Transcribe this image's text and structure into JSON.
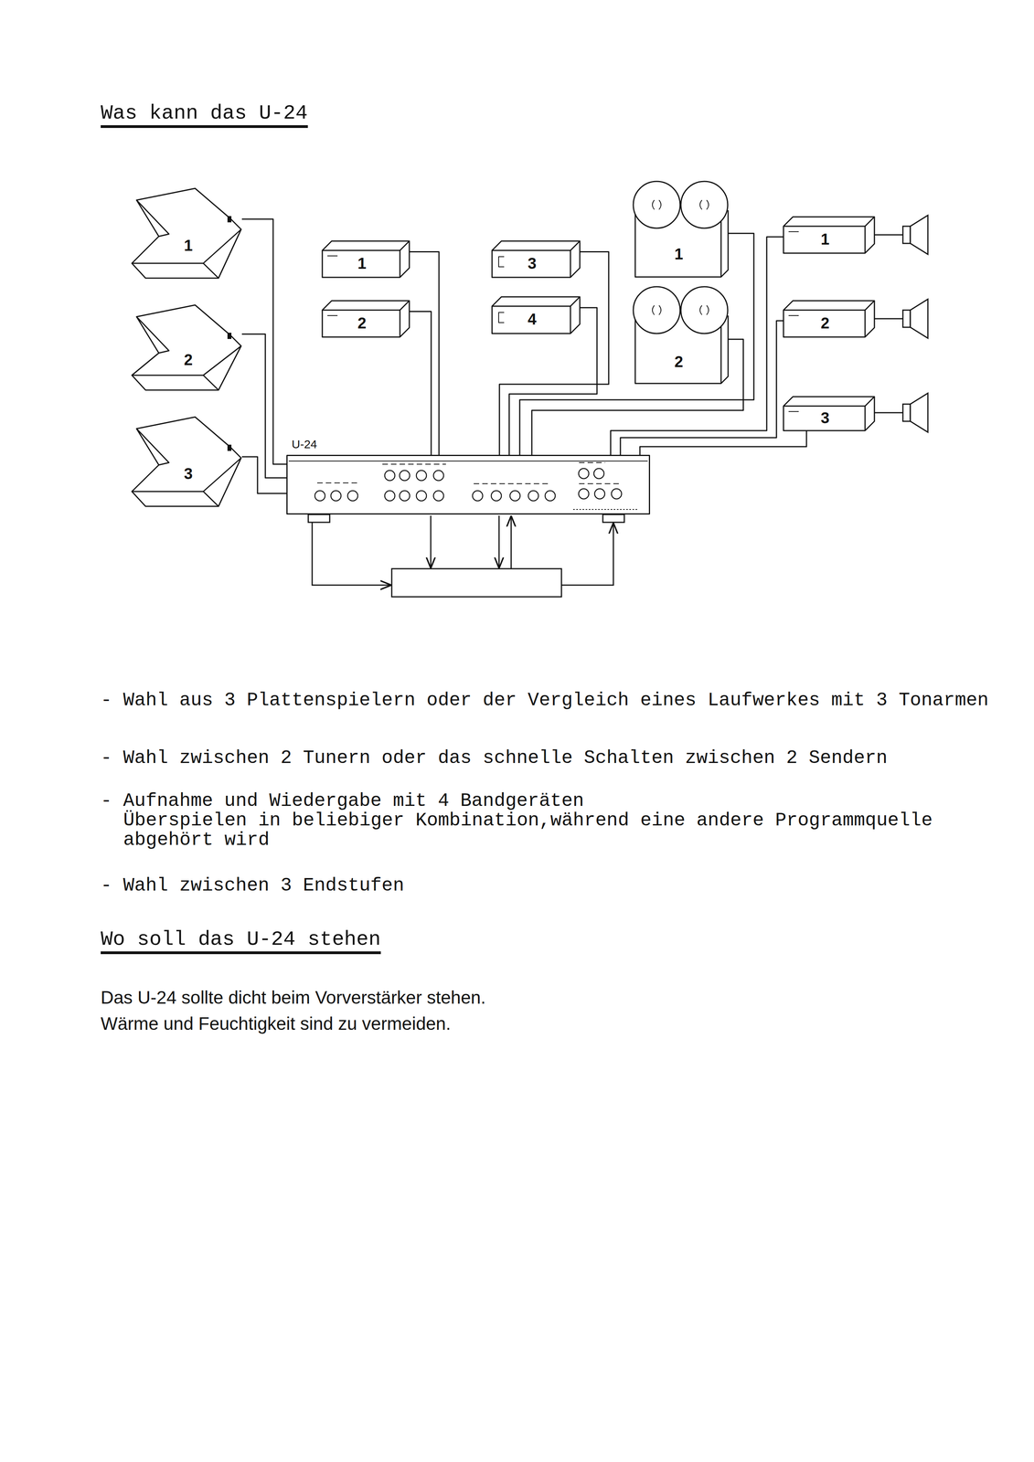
{
  "diagram": {
    "title": "Was kann das U-24",
    "nodes": [
      {
        "text": [
          "1"
        ]
      },
      {
        "text": [
          "2"
        ]
      },
      {
        "text": [
          "3"
        ]
      },
      {
        "text": [
          "1"
        ]
      },
      {
        "text": [
          "2"
        ]
      },
      {
        "text": [
          "3"
        ]
      },
      {
        "text": [
          "4"
        ]
      },
      {
        "text": [
          "1"
        ]
      },
      {
        "text": [
          "2"
        ]
      },
      {
        "text": [
          "1"
        ]
      },
      {
        "text": [
          "2"
        ]
      },
      {
        "text": [
          "3"
        ]
      },
      {
        "text": [
          "U-24"
        ]
      }
    ],
    "edges": [
      {
        "from": 0,
        "to": 12,
        "arrow": "none"
      },
      {
        "from": 1,
        "to": 12,
        "arrow": "none"
      },
      {
        "from": 2,
        "to": 12,
        "arrow": "none"
      },
      {
        "from": 3,
        "to": 12,
        "arrow": "none"
      },
      {
        "from": 4,
        "to": 12,
        "arrow": "none"
      },
      {
        "from": 5,
        "to": 12,
        "arrow": "none"
      },
      {
        "from": 6,
        "to": 12,
        "arrow": "none"
      },
      {
        "from": 7,
        "to": 12,
        "arrow": "none"
      },
      {
        "from": 8,
        "to": 12,
        "arrow": "none"
      },
      {
        "from": 9,
        "to": 12,
        "arrow": "none"
      },
      {
        "from": 10,
        "to": 12,
        "arrow": "none"
      },
      {
        "from": 11,
        "to": 12,
        "arrow": "none"
      }
    ],
    "labels": [
      "- Wahl aus 3 Plattenspielern oder der Vergleich eines Laufwerkes mit 3 Tonarmen",
      "- Wahl zwischen 2 Tunern oder das schnelle Schalten zwischen 2 Sendern",
      "- Aufnahme und Wiedergabe mit 4 Bandgeräten",
      "Überspielen in beliebiger Kombination,während eine andere Programmquelle abgehört wird",
      "- Wahl zwischen 3 Endstufen",
      "Wo soll das U-24 stehen",
      "Das U-24 sollte dicht beim Vorverstärker stehen.",
      "Wärme und Feuchtigkeit sind zu vermeiden."
    ]
  }
}
